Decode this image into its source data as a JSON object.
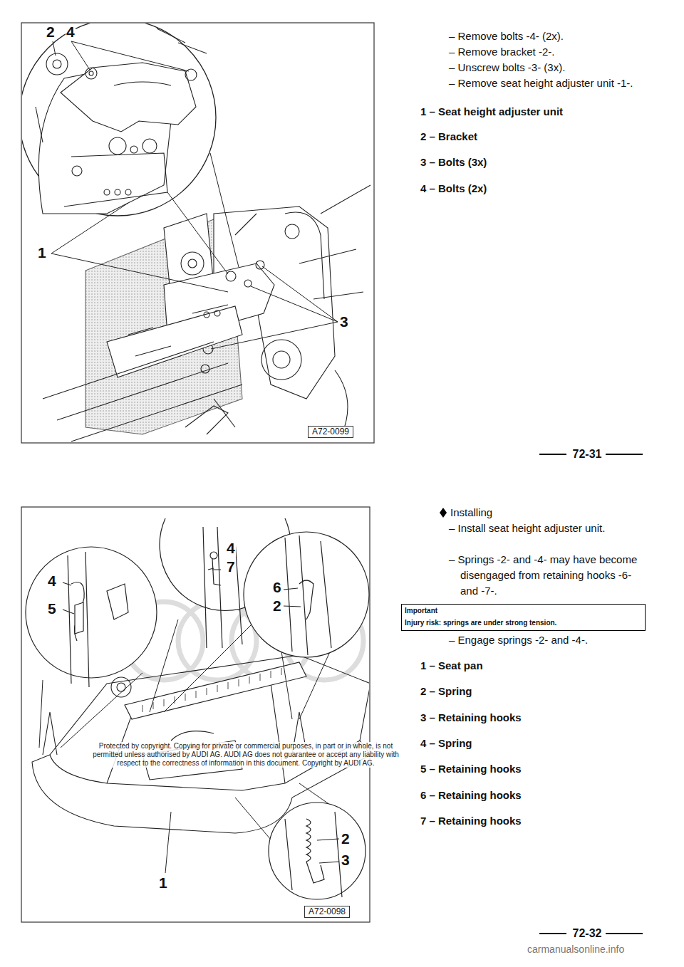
{
  "diagram": {
    "nodes": [
      {
        "text": [
          "Important",
          "Injury risk: springs are under strong tension."
        ]
      }
    ],
    "labels": [
      "2",
      "4",
      "1",
      "3",
      "A72-0099",
      "– Remove bolts -4- (2x).",
      "– Remove bracket -2-.",
      "– Unscrew bolts -3- (3x).",
      "– Remove seat height adjuster unit -1-.",
      "1 – Seat height adjuster unit",
      "2 – Bracket",
      "3 – Bolts (3x)",
      "4 – Bolts (2x)",
      "72-31",
      "4",
      "7",
      "4",
      "5",
      "6",
      "2",
      "2",
      "3",
      "1",
      "A72-0098",
      "Protected by copyright. Copying for private or commercial purposes, in part or in whole, is not permitted unless authorised by AUDI AG. AUDI AG does not guarantee or accept any liability with respect to the correctness of information in this document. Copyright by AUDI AG.",
      "carmanualsonline.info",
      "Installing",
      "– Install seat height adjuster unit.",
      "– Springs -2- and -4- may have become disengaged from retaining hooks -6- and -7-.",
      "– Engage springs -2- and -4-.",
      "1 – Seat pan",
      "2 – Spring",
      "3 – Retaining hooks",
      "4 – Spring",
      "5 – Retaining hooks",
      "6 – Retaining hooks",
      "7 – Retaining hooks",
      "72-32"
    ]
  }
}
